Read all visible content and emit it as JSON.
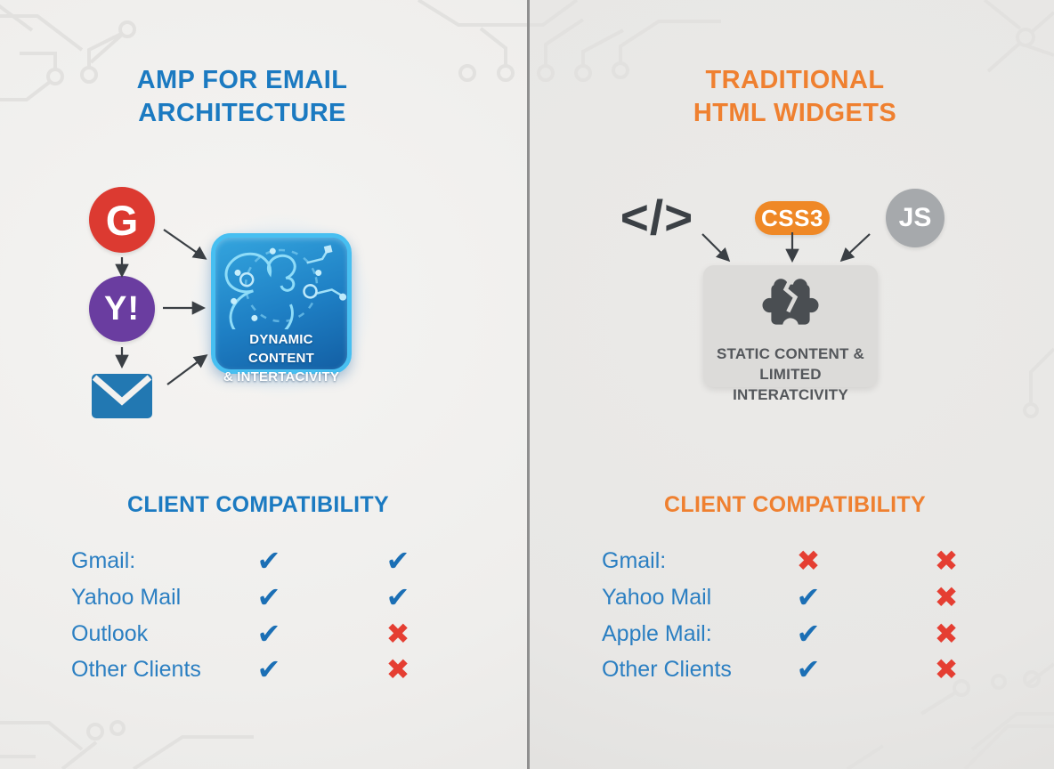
{
  "left": {
    "title": [
      "AMP FOR EMAIL",
      "ARCHITECTURE"
    ],
    "sources": {
      "gmail_letter": "G",
      "yahoo_letter": "Y!"
    },
    "amp_box": {
      "lines": [
        "DYNAMIC CONTENT",
        "& INTERTACIVITY"
      ]
    },
    "compat": {
      "heading": "CLIENT COMPATIBILITY",
      "rows": [
        {
          "label": "Gmail:",
          "marks": [
            "✔",
            "✔"
          ]
        },
        {
          "label": "Yahoo Mail",
          "marks": [
            "✔",
            "✔"
          ]
        },
        {
          "label": "Outlook",
          "marks": [
            "✔",
            "✖"
          ]
        },
        {
          "label": "Other Clients",
          "marks": [
            "✔",
            "✖"
          ]
        }
      ]
    }
  },
  "right": {
    "title": [
      "TRADITIONAL",
      "HTML WIDGETS"
    ],
    "sources": {
      "html_code": "</>",
      "css_badge": "CSS3",
      "js_badge": "JS"
    },
    "static_box": {
      "lines": [
        "STATIC CONTENT &",
        "LIMITED INTERATCIVITY"
      ]
    },
    "compat": {
      "heading": "CLIENT COMPATIBILITY",
      "rows": [
        {
          "label": "Gmail:",
          "marks": [
            "✖",
            "✖"
          ]
        },
        {
          "label": "Yahoo Mail",
          "marks": [
            "✔",
            "✖"
          ]
        },
        {
          "label": "Apple Mail:",
          "marks": [
            "✔",
            "✖"
          ]
        },
        {
          "label": "Other Clients",
          "marks": [
            "✔",
            "✖"
          ]
        }
      ]
    }
  },
  "colors": {
    "amp_blue": "#1b7ac1",
    "traditional_orange": "#ef8030",
    "label_blue": "#2b7fc2",
    "check_blue": "#1b6fb5",
    "cross_red": "#e53e32",
    "gmail_red": "#dc3a31",
    "yahoo_purple": "#6a3da0",
    "envelope_blue": "#2278b2",
    "css3_orange": "#ef8826",
    "js_gray": "#a6a9ac",
    "code_dark": "#3b4045",
    "amp_box_border": "#47bff1"
  }
}
